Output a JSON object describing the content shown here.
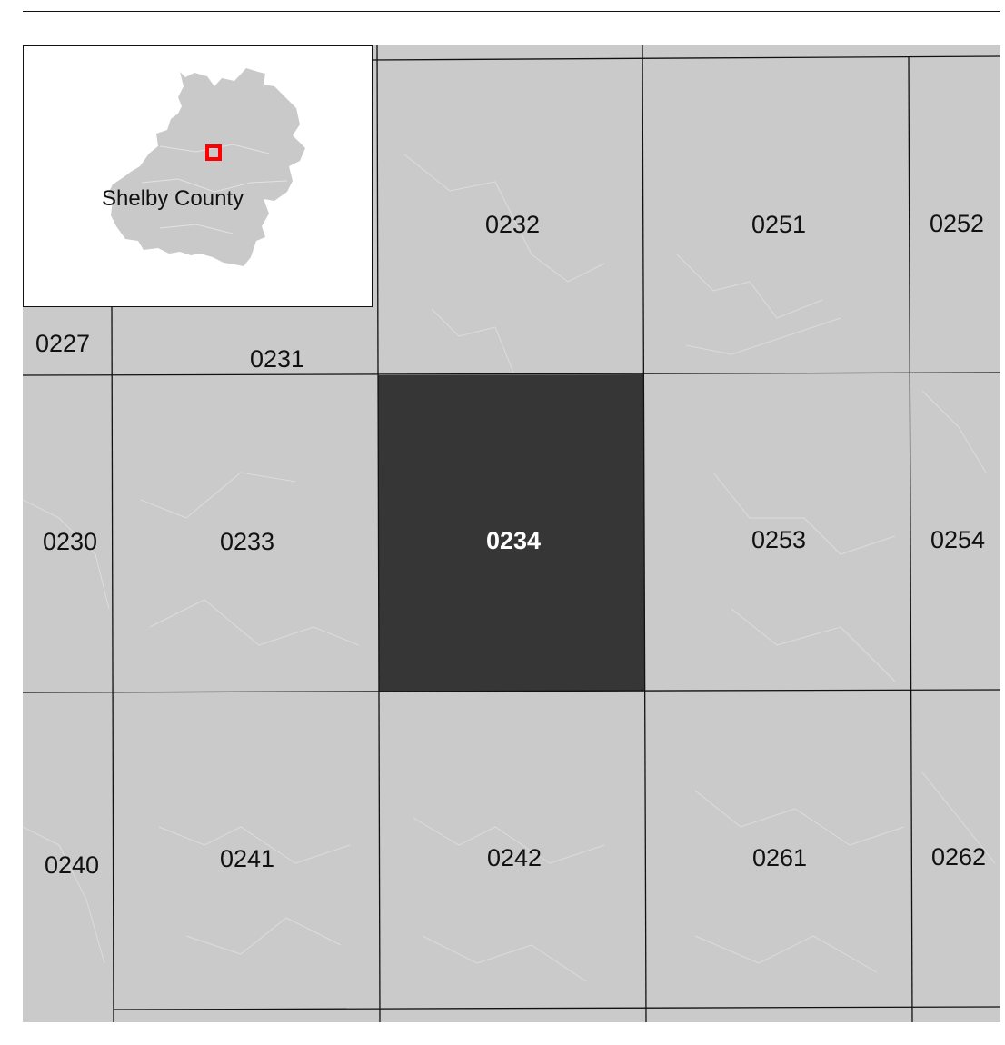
{
  "inset": {
    "label": "Shelby County",
    "locator_color": "#ff0000"
  },
  "tiles": [
    {
      "id": "0227",
      "selected": false
    },
    {
      "id": "0230",
      "selected": false
    },
    {
      "id": "0231",
      "selected": false
    },
    {
      "id": "0232",
      "selected": false
    },
    {
      "id": "0233",
      "selected": false
    },
    {
      "id": "0234",
      "selected": true
    },
    {
      "id": "0240",
      "selected": false
    },
    {
      "id": "0241",
      "selected": false
    },
    {
      "id": "0242",
      "selected": false
    },
    {
      "id": "0251",
      "selected": false
    },
    {
      "id": "0252",
      "selected": false
    },
    {
      "id": "0253",
      "selected": false
    },
    {
      "id": "0254",
      "selected": false
    },
    {
      "id": "0261",
      "selected": false
    },
    {
      "id": "0262",
      "selected": false
    }
  ],
  "colors": {
    "tile_fill": "#cacaca",
    "selected_fill": "#363636",
    "grid_line": "#111111",
    "label": "#111111",
    "selected_label": "#ffffff"
  }
}
